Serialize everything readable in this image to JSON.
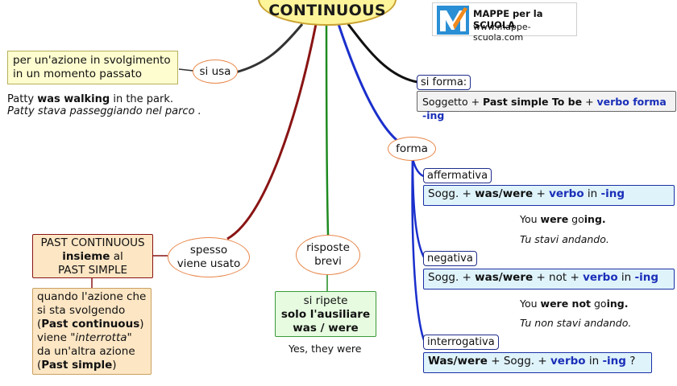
{
  "title": "CONTINUOUS",
  "logo": {
    "name": "MAPPE per la SCUOLA",
    "url": "www.mappe-scuola.com"
  },
  "si_usa": {
    "label": "si usa",
    "description_l1": "per un'azione in svolgimento",
    "description_l2": "in un momento passato",
    "example_pre": "Patty ",
    "example_bold": "was walking",
    "example_post": " in the park.",
    "translation": "Patty stava passeggiando nel parco ."
  },
  "si_forma": {
    "label": "si forma:",
    "formula_pre": "Soggetto + ",
    "formula_bold": "Past simple To be",
    "formula_mid": " + ",
    "formula_blue": "verbo forma -ing"
  },
  "forma": {
    "label": "forma",
    "affermativa": {
      "label": "affermativa",
      "f1": "Sogg. + ",
      "f2": "was/were",
      "f3": " + ",
      "f4": "verbo",
      "f5": " in ",
      "f6": "-ing",
      "ex_pre": "You ",
      "ex_bold1": "were",
      "ex_mid": " go",
      "ex_bold2": "ing.",
      "translation": "Tu stavi andando."
    },
    "negativa": {
      "label": "negativa",
      "f1": "Sogg. + ",
      "f2": "was/were",
      "f3": " + not + ",
      "f4": "verbo",
      "f5": " in ",
      "f6": "-ing",
      "ex_pre": "You ",
      "ex_bold1": "were not",
      "ex_mid": " go",
      "ex_bold2": "ing.",
      "translation": "Tu non stavi andando."
    },
    "interrogativa": {
      "label": "interrogativa",
      "f1": "Was/were",
      "f2": " + Sogg. + ",
      "f3": "verbo",
      "f4": " in ",
      "f5": "-ing",
      "f6": " ?"
    }
  },
  "spesso": {
    "line1": "spesso",
    "line2": "viene usato",
    "box_l1": "PAST CONTINUOUS",
    "box_l2_bold": "insieme",
    "box_l2_rest": " al",
    "box_l3": "PAST SIMPLE",
    "desc_l1": "quando l'azione che",
    "desc_l2": "si sta svolgendo",
    "desc_l3_open": "(",
    "desc_l3_bold": "Past continuous",
    "desc_l3_close": ")",
    "desc_l4_pre": "viene ",
    "desc_l4_italic": "\"interrotta\"",
    "desc_l5": "da un'altra azione",
    "desc_l6_open": "(",
    "desc_l6_bold": "Past simple",
    "desc_l6_close": ")"
  },
  "risposte": {
    "line1": "risposte",
    "line2": "brevi",
    "box_l1": "si ripete",
    "box_l2": "solo l'ausiliare",
    "box_l3": "was / were",
    "example": "Yes, they were"
  }
}
